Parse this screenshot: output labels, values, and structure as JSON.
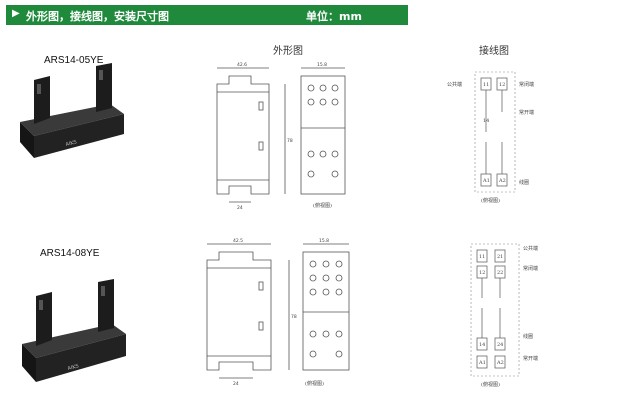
{
  "header": {
    "title": "外形图，接线图，安装尺寸图",
    "unit": "单位：mm"
  },
  "columns": {
    "outline": "外形图",
    "wiring": "接线图"
  },
  "products": [
    {
      "model": "ARS14-05YE",
      "outline": {
        "width": "42.6",
        "top_width": "15.8",
        "height": "78",
        "base": "24",
        "caption": "(俯视图)"
      },
      "wiring": {
        "common": "公共端",
        "nc": "常闭端",
        "no": "常开端",
        "coil": "线圈",
        "terminals": [
          "11",
          "12",
          "14",
          "A1",
          "A2"
        ],
        "caption": "(俯视图)"
      }
    },
    {
      "model": "ARS14-08YE",
      "outline": {
        "width": "42.5",
        "top_width": "15.8",
        "height": "78",
        "base": "24",
        "caption": "(俯视图)"
      },
      "wiring": {
        "common": "公共端",
        "nc": "常闭端",
        "no": "常开端",
        "coil": "线圈",
        "terminals": [
          "11",
          "21",
          "12",
          "22",
          "14",
          "24",
          "A1",
          "A2"
        ],
        "caption": "(俯视图)"
      }
    }
  ],
  "colors": {
    "header_bg": "#1f8a3c",
    "header_text": "#ffffff",
    "line": "#555555"
  }
}
